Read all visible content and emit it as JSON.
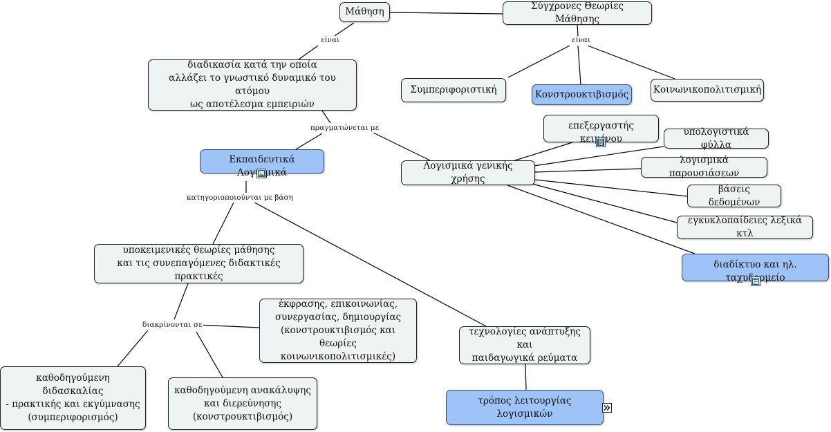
{
  "nodes": {
    "mathisi": "Μάθηση",
    "sygxrones": "Σύγχρονες Θεωρίες Μάθησης",
    "diadikasia": "διαδικασία κατά την οποία\nαλλάζει το γνωστικό δυναμικό του ατόμου\nως αποτέλεσμα εμπειριών",
    "symperiforistiki": "Συμπεριφοριστική",
    "konstruktivismos": "Κονστρουκτιβισμός",
    "koinonikopolitismiki": "Κοινωνικοπολιτισμική",
    "epexergastis": "επεξεργαστής κειμένου",
    "ypologistika": "υπολογιστικά φύλλα",
    "ekpaideutika": "Εκπαιδευτικά Λογισμικά",
    "genikis": "Λογισμικά γενικής χρήσης",
    "parousiaseon": "λογισμικά παρουσιάσεων",
    "vaseis": "βάσεις δεδομένων",
    "egkyklopaideies": "εγκυκλοπαίδειες λεξικά κτλ",
    "diadiktyo": "διαδίκτυο και ηλ. ταχυδρομείο",
    "ypokeimenikes": "υποκειμενικές θεωρίες μάθησης\nκαι τις συνεπαγόμενες διδακτικές πρακτικές",
    "ekfrasis": "έκφρασης, επικοινωνίας,\nσυνεργασίας, δημιουργίας\n(κονστρουκτιβισμός και θεωρίες\nκοινωνικοπολιτισμικές)",
    "texnologies": "τεχνολογίες ανάπτυξης και\nπαιδαγωγικά ρεύματα",
    "kathodigoumeni_didaskalia": "καθοδηγούμενη διδασκαλίας\n- πρακτικής και εκγύμνασης\n(συμπεριφορισμός)",
    "kathodigoumeni_anakalypsi": "καθοδηγούμενη ανακάλυψης\nκαι διερεύνησης\n(κονστρουκτιβισμός)",
    "tropos": "τρόπος λειτουργίας λογισμικών"
  },
  "labels": {
    "einai_left": "είναι",
    "einai_right": "είναι",
    "pragmatonetai": "πραγματώνεται με",
    "katigoriopoiountai": "κατηγοριοποιούνται με βάση",
    "diakrinontai": "διακρίνονται σε"
  },
  "icons": {
    "epexergastis": "video-file-icon",
    "ekpaideutika": "image-file-icon",
    "diadiktyo": "document-file-icon",
    "tropos": "expand-arrows-icon"
  },
  "colors": {
    "node_fill": "#eef3f4",
    "highlight_fill": "#9ec4f7",
    "line": "#000000"
  }
}
